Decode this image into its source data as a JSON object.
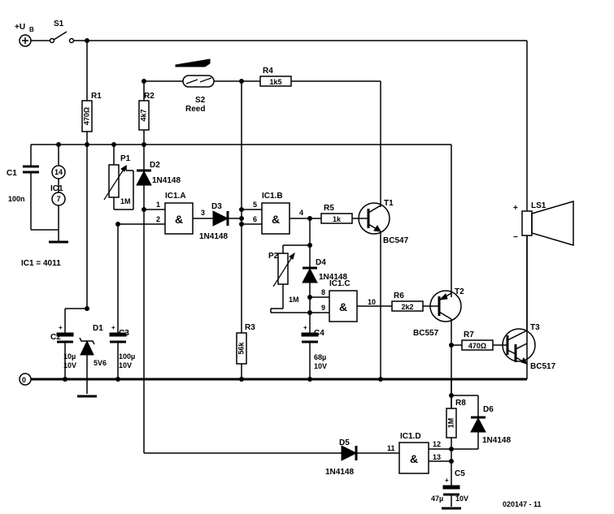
{
  "supply": {
    "plus_label": "+U",
    "plus_sub": "B",
    "ground_label": "0"
  },
  "switch_s1": {
    "ref": "S1"
  },
  "resistors": {
    "r1": {
      "ref": "R1",
      "value": "470Ω"
    },
    "r2": {
      "ref": "R2",
      "value": "4k7"
    },
    "r3": {
      "ref": "R3",
      "value": "56k"
    },
    "r4": {
      "ref": "R4",
      "value": "1k5"
    },
    "r5": {
      "ref": "R5",
      "value": "1k"
    },
    "r6": {
      "ref": "R6",
      "value": "2k2"
    },
    "r7": {
      "ref": "R7",
      "value": "470Ω"
    },
    "r8": {
      "ref": "R8",
      "value": "1M"
    }
  },
  "pots": {
    "p1": {
      "ref": "P1",
      "value": "1M"
    },
    "p2": {
      "ref": "P2",
      "value": "1M"
    }
  },
  "capacitors": {
    "c1": {
      "ref": "C1",
      "value": "100n"
    },
    "c2": {
      "ref": "C2",
      "value": "10µ",
      "voltage": "10V"
    },
    "c3": {
      "ref": "C3",
      "value": "100µ",
      "voltage": "10V"
    },
    "c4": {
      "ref": "C4",
      "value": "68µ",
      "voltage": "10V"
    },
    "c5": {
      "ref": "C5",
      "value": "47µ",
      "voltage": "10V"
    }
  },
  "diodes": {
    "d1": {
      "ref": "D1",
      "value": "5V6"
    },
    "d2": {
      "ref": "D2",
      "value": "1N4148"
    },
    "d3": {
      "ref": "D3",
      "value": "1N4148"
    },
    "d4": {
      "ref": "D4",
      "value": "1N4148"
    },
    "d5": {
      "ref": "D5",
      "value": "1N4148"
    },
    "d6": {
      "ref": "D6",
      "value": "1N4148"
    }
  },
  "transistors": {
    "t1": {
      "ref": "T1",
      "value": "BC547"
    },
    "t2": {
      "ref": "T2",
      "value": "BC557"
    },
    "t3": {
      "ref": "T3",
      "value": "BC517"
    }
  },
  "ic1": {
    "ref": "IC1",
    "pin_vdd": "14",
    "pin_vss": "7",
    "type_note": "IC1 = 4011",
    "gate_symbol": "&",
    "gates": {
      "a": {
        "ref": "IC1.A",
        "in1": "1",
        "in2": "2",
        "out": "3"
      },
      "b": {
        "ref": "IC1.B",
        "in1": "5",
        "in2": "6",
        "out": "4"
      },
      "c": {
        "ref": "IC1.C",
        "in1": "8",
        "in2": "9",
        "out": "10"
      },
      "d": {
        "ref": "IC1.D",
        "in1": "11",
        "in2": "12",
        "in3": "13"
      }
    }
  },
  "reed_switch": {
    "ref": "S2",
    "type": "Reed"
  },
  "speaker": {
    "ref": "LS1",
    "plus": "+",
    "minus": "−"
  },
  "drawing_code": "020147 - 11"
}
